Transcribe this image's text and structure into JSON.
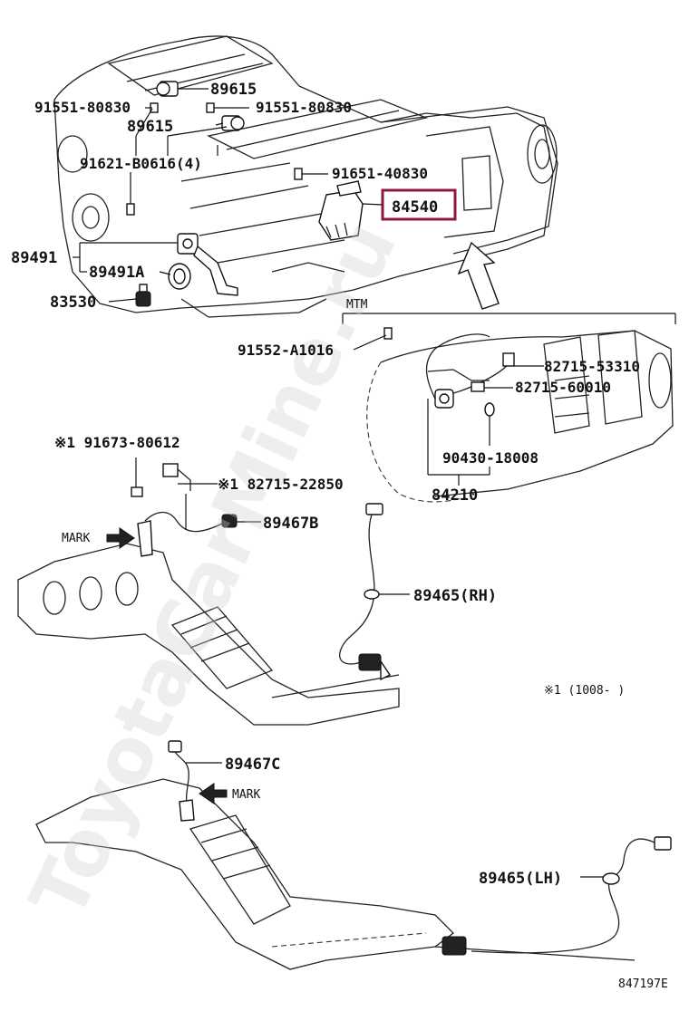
{
  "diagram": {
    "labels": {
      "p89615a": "89615",
      "p91551a": "91551-80830",
      "p91551b": "91551-80830",
      "p89615b": "89615",
      "p91621": "91621-B0616(4)",
      "p91651": "91651-40830",
      "p84540": "84540",
      "p89491": "89491",
      "p89491a": "89491A",
      "p83530": "83530",
      "mtm": "MTM",
      "p91552": "91552-A1016",
      "p82715a": "82715-53310",
      "p82715b": "82715-60010",
      "p90430": "90430-18008",
      "p84210": "84210",
      "p91673": "※1 91673-80612",
      "p82715c": "※1 82715-22850",
      "p89467b": "89467B",
      "mark1": "MARK",
      "p89465rh": "89465(RH)",
      "note1": "※1 (1008-    )",
      "p89467c": "89467C",
      "mark2": "MARK",
      "p89465lh": "89465(LH)",
      "ref": "847197E"
    },
    "highlight": {
      "part": "84540",
      "color": "#8b1a3a"
    },
    "watermark": "ToyotaCarMine.ru"
  }
}
